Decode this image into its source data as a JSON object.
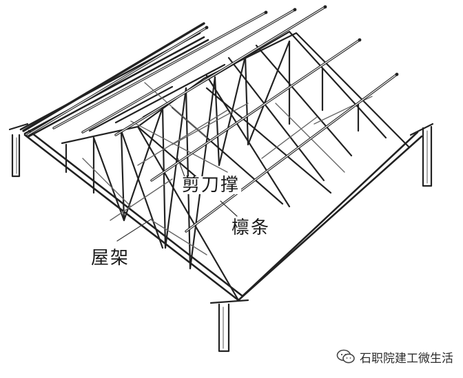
{
  "labels": {
    "scissor_brace": "剪刀撑",
    "purlin": "檩条",
    "roof_truss": "屋架"
  },
  "watermark": {
    "text": "石职院建工微生活",
    "icon": "wechat-icon"
  }
}
